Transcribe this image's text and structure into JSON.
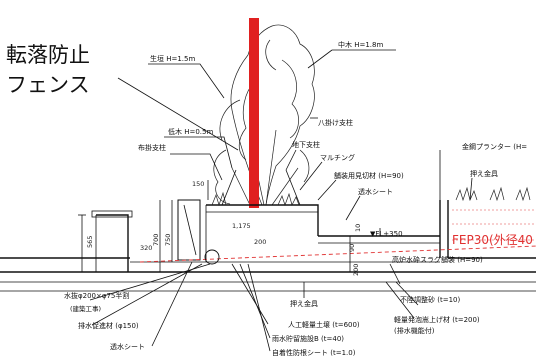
{
  "callout": {
    "line1": "転落防止",
    "line2": "フェンス",
    "color": "#e02020"
  },
  "labels": {
    "ikegaki": "生垣 H=1.5m",
    "chuboku": "中木 H=1.8m",
    "hakake": "八掛け支柱",
    "teiboku": "低木 H=0.5m",
    "nunokake": "布掛支柱",
    "chika": "地下支柱",
    "mulching": "マルチング",
    "kiri": "舗装用見切材 (H=90)",
    "tousui": "透水シート",
    "planter": "金鋼プランター (H=",
    "osae": "押え金具",
    "fep": "FEP30(外径40",
    "fl": "▼FL+350",
    "slag": "高炉水砕スラグ舗装 (H=90)",
    "osae2": "押え金具",
    "fujun": "不陸調整砂 (t=10)",
    "keiryo": "軽量発泡嵩上げ材 (t=200)",
    "haisui_kinou": "(排水機能付)",
    "suibiki": "水抜φ200×φ75半割",
    "suibiki2": "(建築工事)",
    "haisui": "排水促進材 (φ150)",
    "jinkou": "人工軽量土壌 (t=600)",
    "usui": "雨水貯留施設B (t=40)",
    "tousui2": "透水シート",
    "jichaku": "自着性防根シート (t=1.0)"
  },
  "dimensions": {
    "d150": "150",
    "d565": "565",
    "d320": "320",
    "d750": "750",
    "d700": "700",
    "d1175": "1,175",
    "d200": "200",
    "d90": "90",
    "d10": "10",
    "d200b": "200"
  }
}
